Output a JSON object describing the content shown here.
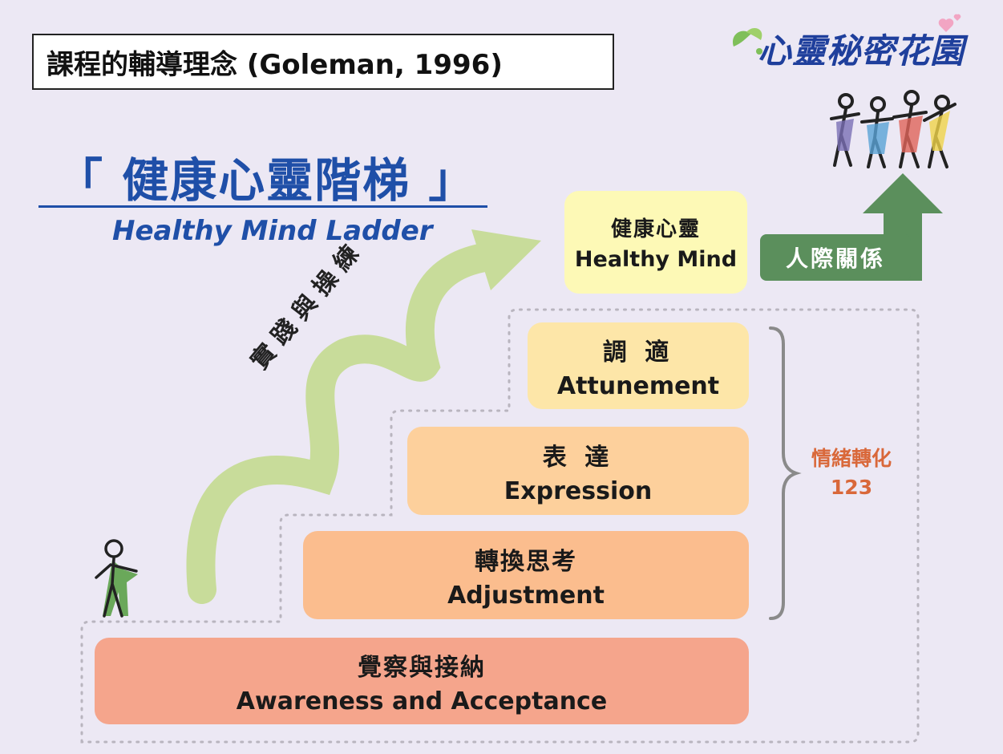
{
  "title": "課程的輔導理念 (Goleman, 1996)",
  "heading": {
    "cn": "「 健康心靈階梯 」",
    "en": "Healthy Mind Ladder"
  },
  "brand": "心靈秘密花園",
  "practice_label": "實踐與操練",
  "steps": {
    "top": {
      "cn": "健康心靈",
      "en": "Healthy Mind",
      "color": "#fdf9b6"
    },
    "attunement": {
      "cn": "調 適",
      "en": "Attunement",
      "color": "#fde6a8"
    },
    "expression": {
      "cn": "表 達",
      "en": "Expression",
      "color": "#fdd09c"
    },
    "adjustment": {
      "cn": "轉換思考",
      "en": "Adjustment",
      "color": "#fbbd8e"
    },
    "awareness": {
      "cn": "覺察與接納",
      "en": "Awareness and Acceptance",
      "color": "#f5a58c"
    }
  },
  "relationship": "人際關係",
  "emotion": {
    "label": "情緒轉化",
    "number": "123"
  },
  "colors": {
    "accent_blue": "#1f4fa8",
    "arrow_green": "#c8dc9a",
    "relation_green": "#5b8f5c",
    "emotion_orange": "#d9683a"
  }
}
